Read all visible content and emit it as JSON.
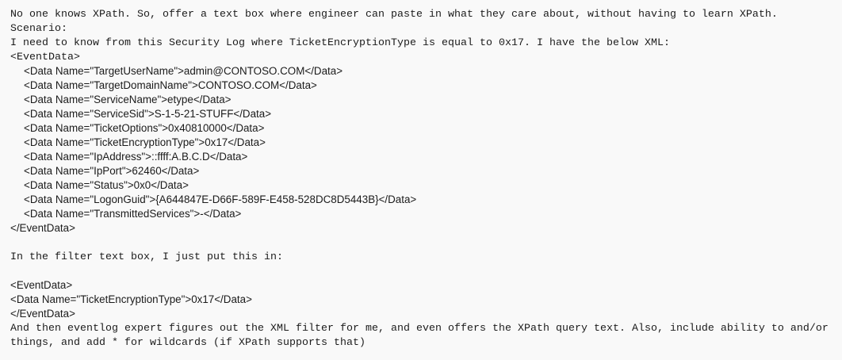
{
  "intro": {
    "line1": "No one knows XPath. So, offer a text box where engineer can paste in what they care about, without having to learn XPath.",
    "line2": "Scenario:",
    "line3": "I need to know from this Security Log where TicketEncryptionType is equal to 0x17. I have the below XML:"
  },
  "xml_sample": {
    "open_tag": "<EventData>",
    "rows": [
      "<Data Name=\"TargetUserName\">admin@CONTOSO.COM</Data>",
      "<Data Name=\"TargetDomainName\">CONTOSO.COM</Data>",
      "<Data Name=\"ServiceName\">etype</Data>",
      "<Data Name=\"ServiceSid\">S-1-5-21-STUFF</Data>",
      "<Data Name=\"TicketOptions\">0x40810000</Data>",
      "<Data Name=\"TicketEncryptionType\">0x17</Data>",
      "<Data Name=\"IpAddress\">::ffff:A.B.C.D</Data>",
      "<Data Name=\"IpPort\">62460</Data>",
      "<Data Name=\"Status\">0x0</Data>",
      "<Data Name=\"LogonGuid\">{A644847E-D66F-589F-E458-528DC8D5443B}</Data>",
      "<Data Name=\"TransmittedServices\">-</Data>"
    ],
    "close_tag": "</EventData>"
  },
  "filter_intro": "In the filter text box, I just put this in:",
  "filter_sample": {
    "open_tag": "<EventData>",
    "row": "<Data Name=\"TicketEncryptionType\">0x17</Data>",
    "close_tag": "</EventData>"
  },
  "outro": {
    "line1": "And then eventlog expert figures out the XML filter for me, and even offers the XPath query text. Also, include ability to and/or",
    "line2": "things, and add * for wildcards (if XPath supports that)"
  },
  "colors": {
    "background": "#f9f9f9",
    "text": "#1b1b1b"
  }
}
